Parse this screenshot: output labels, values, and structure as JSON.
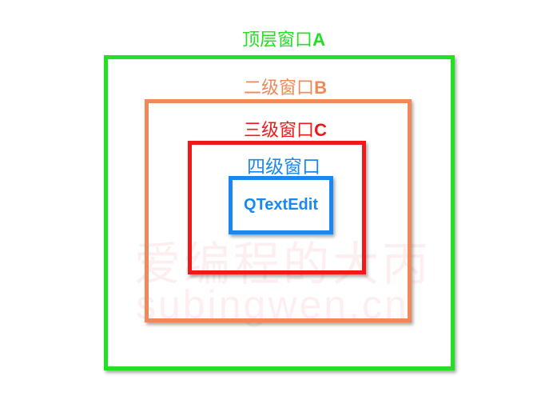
{
  "windows": {
    "a": {
      "label_cn": "顶层窗口",
      "label_letter": "A",
      "color": "#22e022"
    },
    "b": {
      "label_cn": "二级窗口",
      "label_letter": "B",
      "color": "#f0895a"
    },
    "c": {
      "label_cn": "三级窗口",
      "label_letter": "C",
      "color": "#f01818"
    },
    "d": {
      "label_cn": "四级窗口",
      "color": "#1a88ee"
    }
  },
  "widget": {
    "label": "QTextEdit",
    "color": "#1a88ee"
  },
  "watermark": {
    "cn": "爱编程的大丙",
    "en": "subingwen.cn"
  }
}
